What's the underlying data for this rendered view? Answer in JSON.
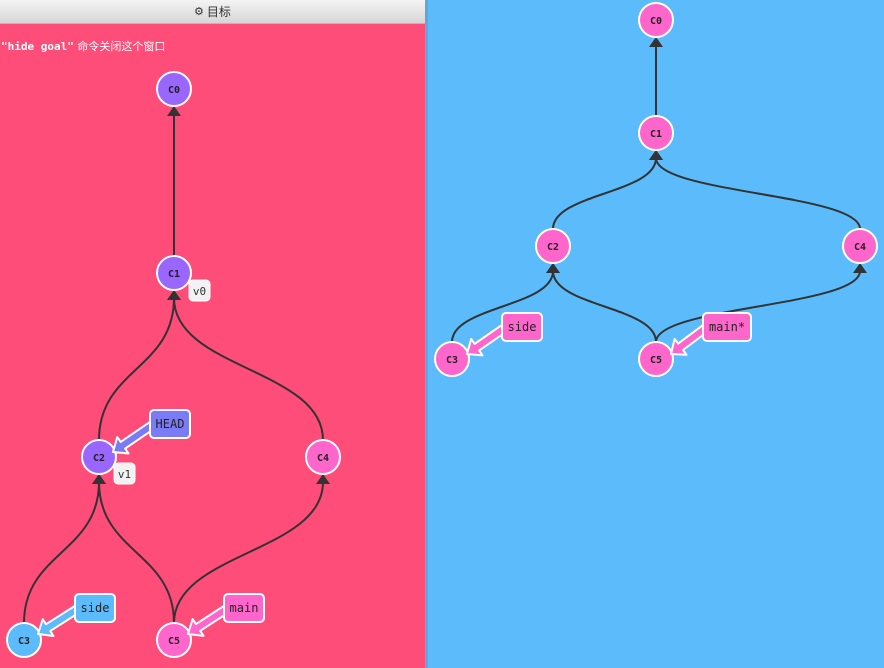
{
  "goal_window": {
    "title": "目标",
    "title_icon": "gear-icon",
    "hint_command": "\"hide goal\"",
    "hint_text": " 命令关闭这个窗口"
  },
  "goal_graph": {
    "commits": [
      {
        "id": "C0",
        "label": "C0",
        "color": "#9966ff"
      },
      {
        "id": "C1",
        "label": "C1",
        "color": "#9966ff"
      },
      {
        "id": "C2",
        "label": "C2",
        "color": "#9966ff"
      },
      {
        "id": "C3",
        "label": "C3",
        "color": "#5cbbfa"
      },
      {
        "id": "C4",
        "label": "C4",
        "color": "#ff66cc"
      },
      {
        "id": "C5",
        "label": "C5",
        "color": "#ff66cc"
      }
    ],
    "edges": [
      [
        "C1",
        "C0"
      ],
      [
        "C2",
        "C1"
      ],
      [
        "C4",
        "C1"
      ],
      [
        "C3",
        "C2"
      ],
      [
        "C5",
        "C2"
      ],
      [
        "C5",
        "C4"
      ]
    ],
    "tags": [
      {
        "label": "v0",
        "commit": "C1"
      },
      {
        "label": "v1",
        "commit": "C2"
      }
    ],
    "branches": [
      {
        "label": "HEAD",
        "commit": "C2",
        "color": "#7b7bf5"
      },
      {
        "label": "side",
        "commit": "C3",
        "color": "#5cbbfa"
      },
      {
        "label": "main",
        "commit": "C5",
        "color": "#ff66cc"
      }
    ]
  },
  "current_graph": {
    "commits": [
      {
        "id": "C0",
        "label": "C0",
        "color": "#ff66cc"
      },
      {
        "id": "C1",
        "label": "C1",
        "color": "#ff66cc"
      },
      {
        "id": "C2",
        "label": "C2",
        "color": "#ff66cc"
      },
      {
        "id": "C3",
        "label": "C3",
        "color": "#ff66cc"
      },
      {
        "id": "C4",
        "label": "C4",
        "color": "#ff66cc"
      },
      {
        "id": "C5",
        "label": "C5",
        "color": "#ff66cc"
      }
    ],
    "edges": [
      [
        "C1",
        "C0"
      ],
      [
        "C2",
        "C1"
      ],
      [
        "C4",
        "C1"
      ],
      [
        "C3",
        "C2"
      ],
      [
        "C5",
        "C2"
      ],
      [
        "C5",
        "C4"
      ]
    ],
    "tags": [],
    "branches": [
      {
        "label": "side",
        "commit": "C3",
        "color": "#ff66cc"
      },
      {
        "label": "main*",
        "commit": "C5",
        "color": "#ff66cc"
      }
    ]
  }
}
